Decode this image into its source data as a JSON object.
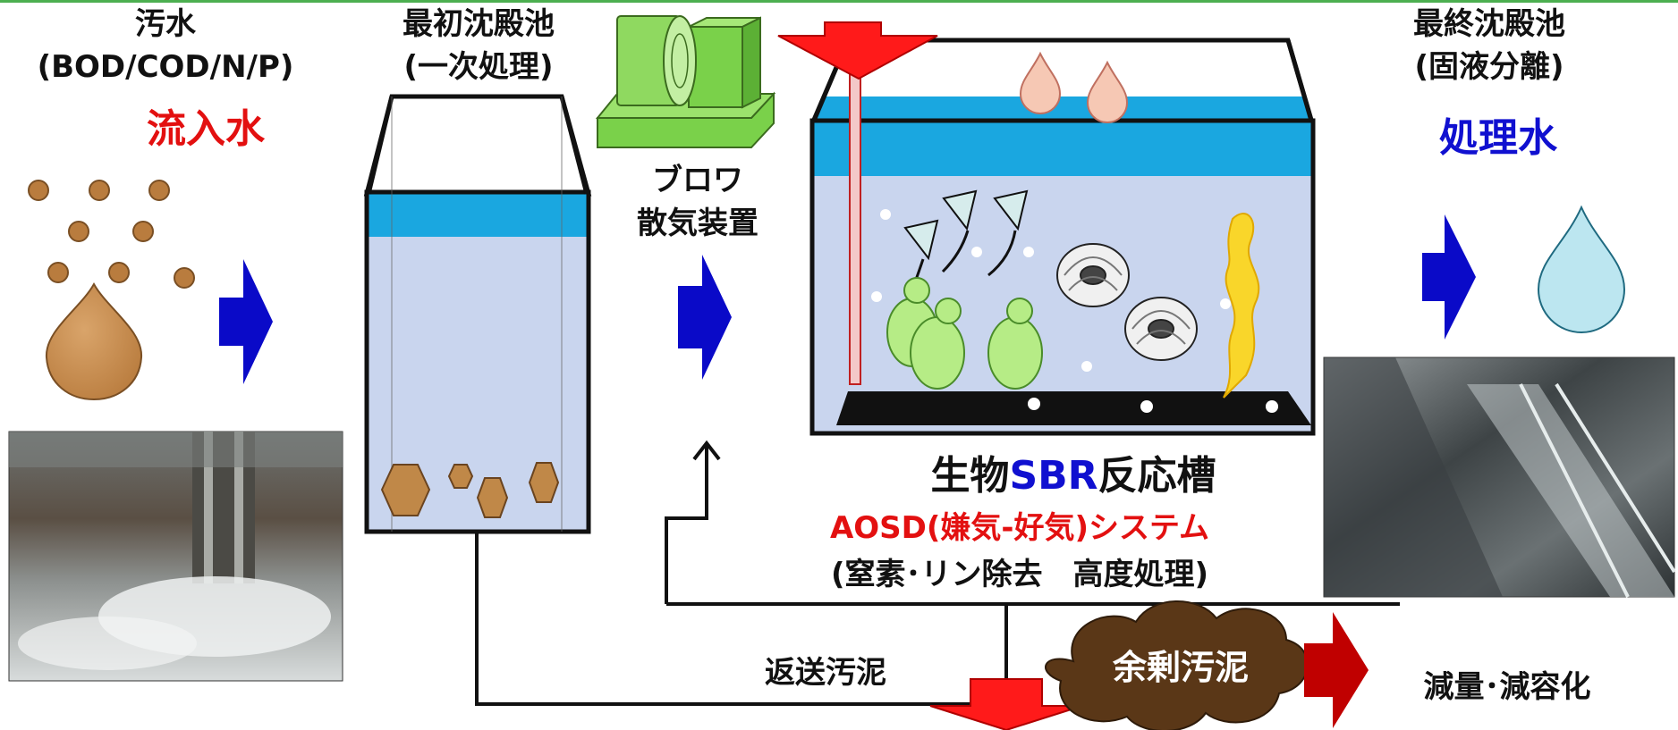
{
  "colors": {
    "accent_green": "#4caf50",
    "inflow_red": "#e31010",
    "treated_blue": "#1010d0",
    "flow_arrow_blue": "#0a0ac8",
    "sludge_brown": "#5a3717",
    "down_arrow_red": "#ff1a1a",
    "output_arrow_red": "#c00000",
    "water_cyan": "#1aa7e0"
  },
  "inflow": {
    "title": "汚水",
    "subtitle": "(BOD/COD/N/P)",
    "label": "流入水"
  },
  "primary_tank": {
    "title": "最初沈殿池",
    "subtitle": "(一次処理)"
  },
  "blower": {
    "line1": "ブロワ",
    "line2": "散気装置"
  },
  "reactor": {
    "title_prefix": "生物",
    "title_highlight": "SBR",
    "title_suffix": "反応槽",
    "system": "AOSD(嫌気-好気)システム",
    "note": "(窒素･リン除去　高度処理)"
  },
  "final_tank": {
    "title": "最終沈殿池",
    "subtitle": "(固液分離)",
    "label": "処理水"
  },
  "return_sludge": "返送汚泥",
  "excess_sludge": "余剰汚泥",
  "reduction": "減量･減容化",
  "icons": [
    "flow-arrow-icon",
    "air-bubble-icon",
    "microorganism-icon",
    "water-drop-icon",
    "sludge-particle-icon"
  ]
}
